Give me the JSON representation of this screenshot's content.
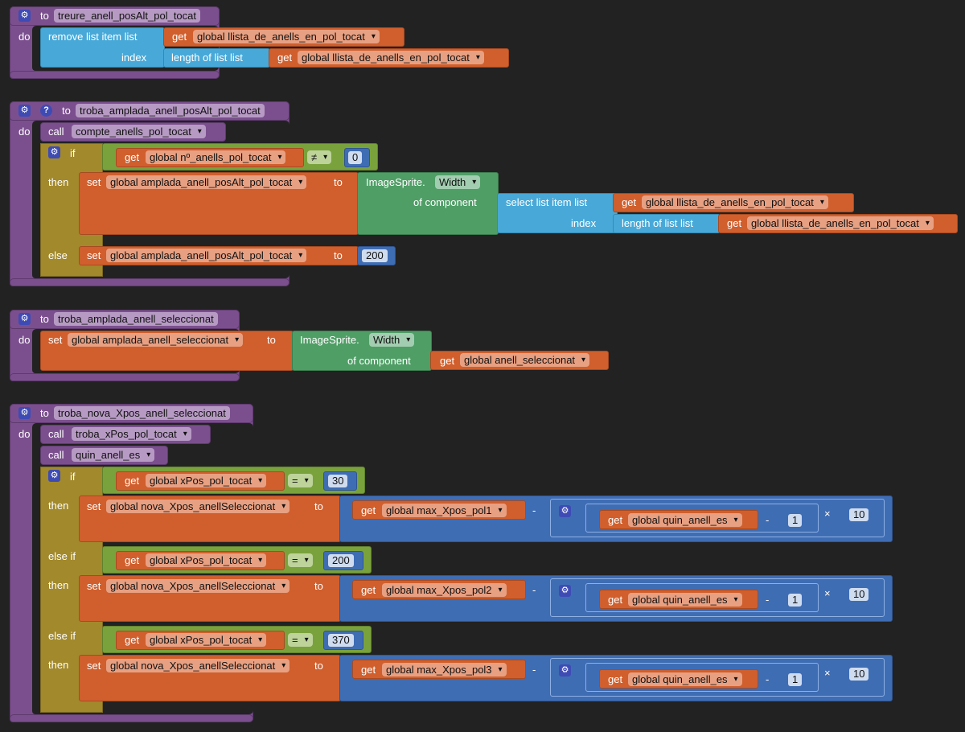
{
  "kw": {
    "to": "to",
    "do": "do",
    "call": "call",
    "if": "if",
    "then": "then",
    "else": "else",
    "else_if": "else if",
    "get": "get",
    "set": "set",
    "remove_list_item": "remove list item  list",
    "index": "index",
    "length_of_list": "length of list  list",
    "select_list_item": "select list item  list",
    "of_component": "of component",
    "image_sprite": "ImageSprite.",
    "minus": "-",
    "times": "×"
  },
  "icons": {
    "gear": "gear-icon",
    "help": "help-icon",
    "dropdown": "chevron-down-icon"
  },
  "block1": {
    "name": "treure_anell_posAlt_pol_tocat",
    "var_list": "global llista_de_anells_en_pol_tocat"
  },
  "block2": {
    "name": "troba_amplada_anell_posAlt_pol_tocat",
    "call_name": "compte_anells_pol_tocat",
    "cond_var": "global nº_anells_pol_tocat",
    "op": "≠",
    "cond_val": "0",
    "set_var": "global amplada_anell_posAlt_pol_tocat",
    "prop": "Width",
    "list_var": "global llista_de_anells_en_pol_tocat",
    "else_val": "200"
  },
  "block3": {
    "name": "troba_amplada_anell_seleccionat",
    "set_var": "global amplada_anell_seleccionat",
    "prop": "Width",
    "comp_var": "global anell_seleccionat"
  },
  "block4": {
    "name": "troba_nova_Xpos_anell_seleccionat",
    "call1": "troba_xPos_pol_tocat",
    "call2": "quin_anell_es",
    "cond_var": "global xPos_pol_tocat",
    "op": "=",
    "set_var": "global nova_Xpos_anellSeleccionat",
    "quin_var": "global quin_anell_es",
    "one": "1",
    "ten": "10",
    "branches": [
      {
        "val": "30",
        "max": "global max_Xpos_pol1"
      },
      {
        "val": "200",
        "max": "global max_Xpos_pol2"
      },
      {
        "val": "370",
        "max": "global max_Xpos_pol3"
      }
    ]
  },
  "colors": {
    "background": "#222222",
    "procedure": "#7b4f8e",
    "control": "#a2892c",
    "lists": "#48a9d8",
    "variables": "#d05f2d",
    "components": "#4f9e66",
    "logic": "#7aa23c",
    "math": "#3f6db4"
  }
}
